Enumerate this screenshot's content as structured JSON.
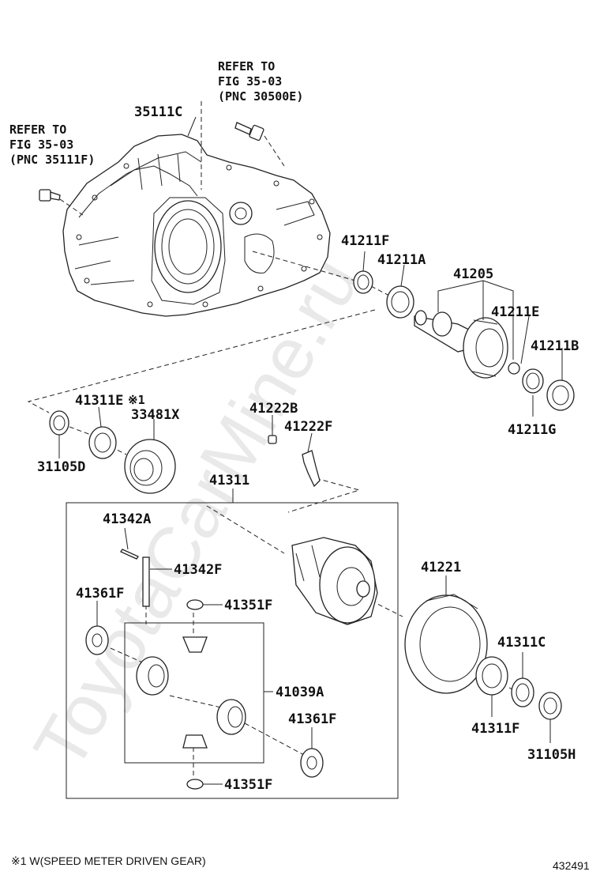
{
  "references": {
    "top": {
      "line1": "REFER TO",
      "line2": "FIG 35-03",
      "line3": "(PNC 30500E)"
    },
    "left": {
      "line1": "REFER TO",
      "line2": "FIG 35-03",
      "line3": "(PNC 35111F)"
    }
  },
  "parts": {
    "p35111C": "35111C",
    "p41211F": "41211F",
    "p41211A": "41211A",
    "p41205": "41205",
    "p41211E": "41211E",
    "p41211B": "41211B",
    "p41211G": "41211G",
    "p41311E": "41311E",
    "p41311E_mark": "※1",
    "p33481X": "33481X",
    "p31105D": "31105D",
    "p41222B": "41222B",
    "p41222F": "41222F",
    "p41311": "41311",
    "p41342A": "41342A",
    "p41342F": "41342F",
    "p41361F_left": "41361F",
    "p41351F_top": "41351F",
    "p41039A": "41039A",
    "p41361F_right": "41361F",
    "p41351F_bottom": "41351F",
    "p41221": "41221",
    "p41311C": "41311C",
    "p41311F": "41311F",
    "p31105H": "31105H"
  },
  "footnote": "※1 W(SPEED METER DRIVEN GEAR)",
  "diagram_number": "432491",
  "watermark": "ToyotaCarMine.ru"
}
